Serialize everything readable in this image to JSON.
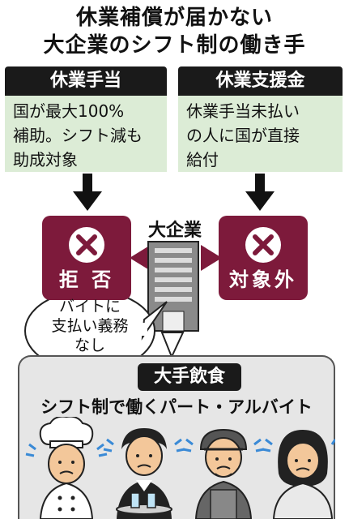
{
  "title": {
    "line1": "休業補償が届かない",
    "line2": "大企業のシフト制の働き手"
  },
  "left": {
    "header": "休業手当",
    "lines": [
      "国が最大100%",
      "補助。シフト減も",
      "助成対象"
    ],
    "result": "拒 否"
  },
  "right": {
    "header": "休業支援金",
    "lines": [
      "休業手当未払い",
      "の人に国が直接",
      "給付"
    ],
    "result": "対象外"
  },
  "company": {
    "label": "大企業"
  },
  "bubble": {
    "lines": [
      "バイトに",
      "支払い義務",
      "なし"
    ]
  },
  "bottom": {
    "tab": "大手飲食",
    "subtitle": "シフト制で働くパート・アルバイト"
  },
  "colors": {
    "box_green": "#dcecd6",
    "maroon": "#7d1a3b",
    "header_black": "#1a1a1a"
  }
}
